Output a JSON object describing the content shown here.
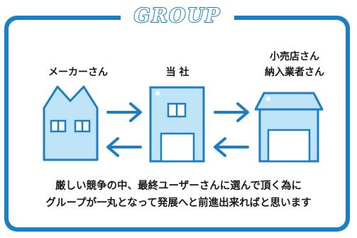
{
  "title": "GROUP",
  "nodes": {
    "maker": {
      "label": "メーカーさん"
    },
    "self": {
      "label": "当 社"
    },
    "retailer": {
      "label_line1": "小売店さん",
      "label_line2": "納入業者さん"
    }
  },
  "message": {
    "line1": "厳しい競争の中、最終ユーザーさんに選んで頂く為に",
    "line2": "グループが一丸となって発展へと前進出来ればと思います"
  },
  "colors": {
    "frame": "#1c7fc2",
    "building_fill": "#bfe3f7",
    "building_stroke": "#1c7fc2",
    "arrow": "#1c7fc2"
  }
}
